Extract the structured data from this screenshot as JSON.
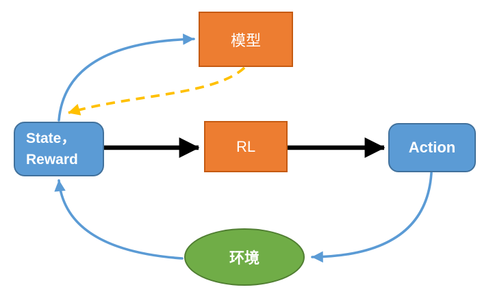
{
  "diagram": {
    "title": "reinforcement-learning-loop",
    "nodes": {
      "model": {
        "label": "模型",
        "shape": "rectangle",
        "fill": "#ED7D31",
        "border": "#C55A11",
        "text_color": "#FFFFFF"
      },
      "state_reward": {
        "label_line1": "State，",
        "label_line2": "Reward",
        "shape": "rounded-rectangle",
        "fill": "#5B9BD5",
        "border": "#41719C",
        "text_color": "#FFFFFF"
      },
      "rl": {
        "label": "RL",
        "shape": "rectangle",
        "fill": "#ED7D31",
        "border": "#C55A11",
        "text_color": "#FFFFFF"
      },
      "action": {
        "label": "Action",
        "shape": "rounded-rectangle",
        "fill": "#5B9BD5",
        "border": "#41719C",
        "text_color": "#FFFFFF"
      },
      "environment": {
        "label": "环境",
        "shape": "ellipse",
        "fill": "#70AD47",
        "border": "#507E32",
        "text_color": "#FFFFFF"
      }
    },
    "edges": [
      {
        "from": "state_reward",
        "to": "rl",
        "style": "solid",
        "color": "#000000",
        "description": "thick black straight arrow"
      },
      {
        "from": "rl",
        "to": "action",
        "style": "solid",
        "color": "#000000",
        "description": "thick black straight arrow"
      },
      {
        "from": "state_reward",
        "to": "model",
        "style": "solid",
        "color": "#5B9BD5",
        "description": "blue curved arrow up-right"
      },
      {
        "from": "model",
        "to": "state_reward",
        "style": "dashed",
        "color": "#FFC000",
        "description": "yellow dashed curved arrow down-left"
      },
      {
        "from": "action",
        "to": "environment",
        "style": "solid",
        "color": "#5B9BD5",
        "description": "blue curved arrow down-left"
      },
      {
        "from": "environment",
        "to": "state_reward",
        "style": "solid",
        "color": "#5B9BD5",
        "description": "blue curved arrow up-left"
      }
    ],
    "colors": {
      "arrow_black": "#000000",
      "arrow_blue": "#5B9BD5",
      "arrow_yellow": "#FFC000",
      "background": "#FFFFFF"
    }
  }
}
